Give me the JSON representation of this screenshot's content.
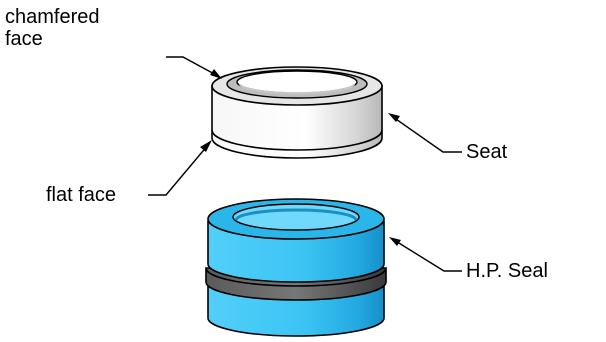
{
  "labels": {
    "chamfered_face": "chamfered face",
    "flat_face": "flat face",
    "seat": "Seat",
    "hp_seal": "H.P. Seal"
  },
  "parts": {
    "seat": {
      "name": "Seat",
      "color": "#f0f0f0",
      "shadow": "#c8c8c8"
    },
    "hp_seal": {
      "name": "H.P. Seal",
      "color": "#3ec3f2",
      "shadow": "#1a9fd6",
      "ring_color": "#555555"
    }
  },
  "colors": {
    "outline": "#000000",
    "background": "#ffffff"
  }
}
